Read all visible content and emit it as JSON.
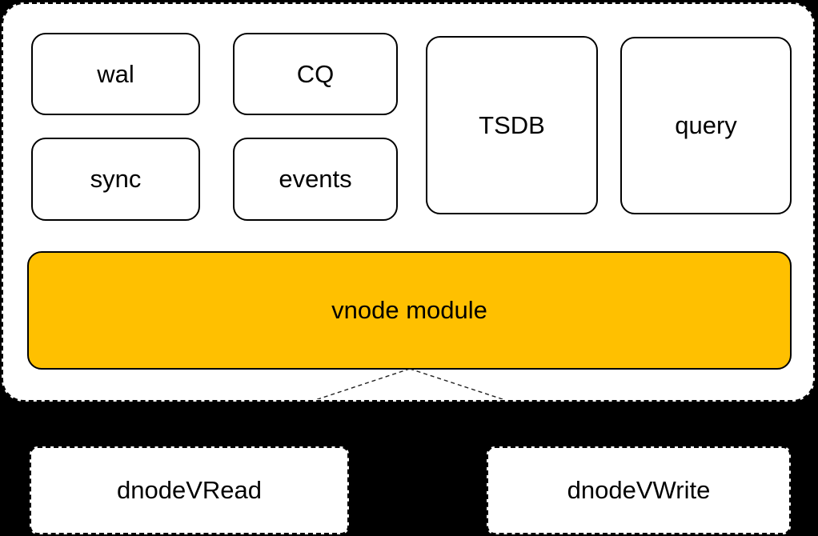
{
  "vnode_container": {
    "modules": [
      {
        "label": "wal"
      },
      {
        "label": "CQ"
      },
      {
        "label": "sync"
      },
      {
        "label": "events"
      },
      {
        "label": "TSDB"
      },
      {
        "label": "query"
      }
    ],
    "vnode_module": {
      "label": "vnode module"
    }
  },
  "dnodes": [
    {
      "label": "dnodeVRead"
    },
    {
      "label": "dnodeVWrite"
    }
  ],
  "colors": {
    "background": "#000000",
    "box_fill": "#FFFFFF",
    "border": "#000000",
    "vnode_fill": "#FFC000",
    "connector_line": "#222222"
  }
}
